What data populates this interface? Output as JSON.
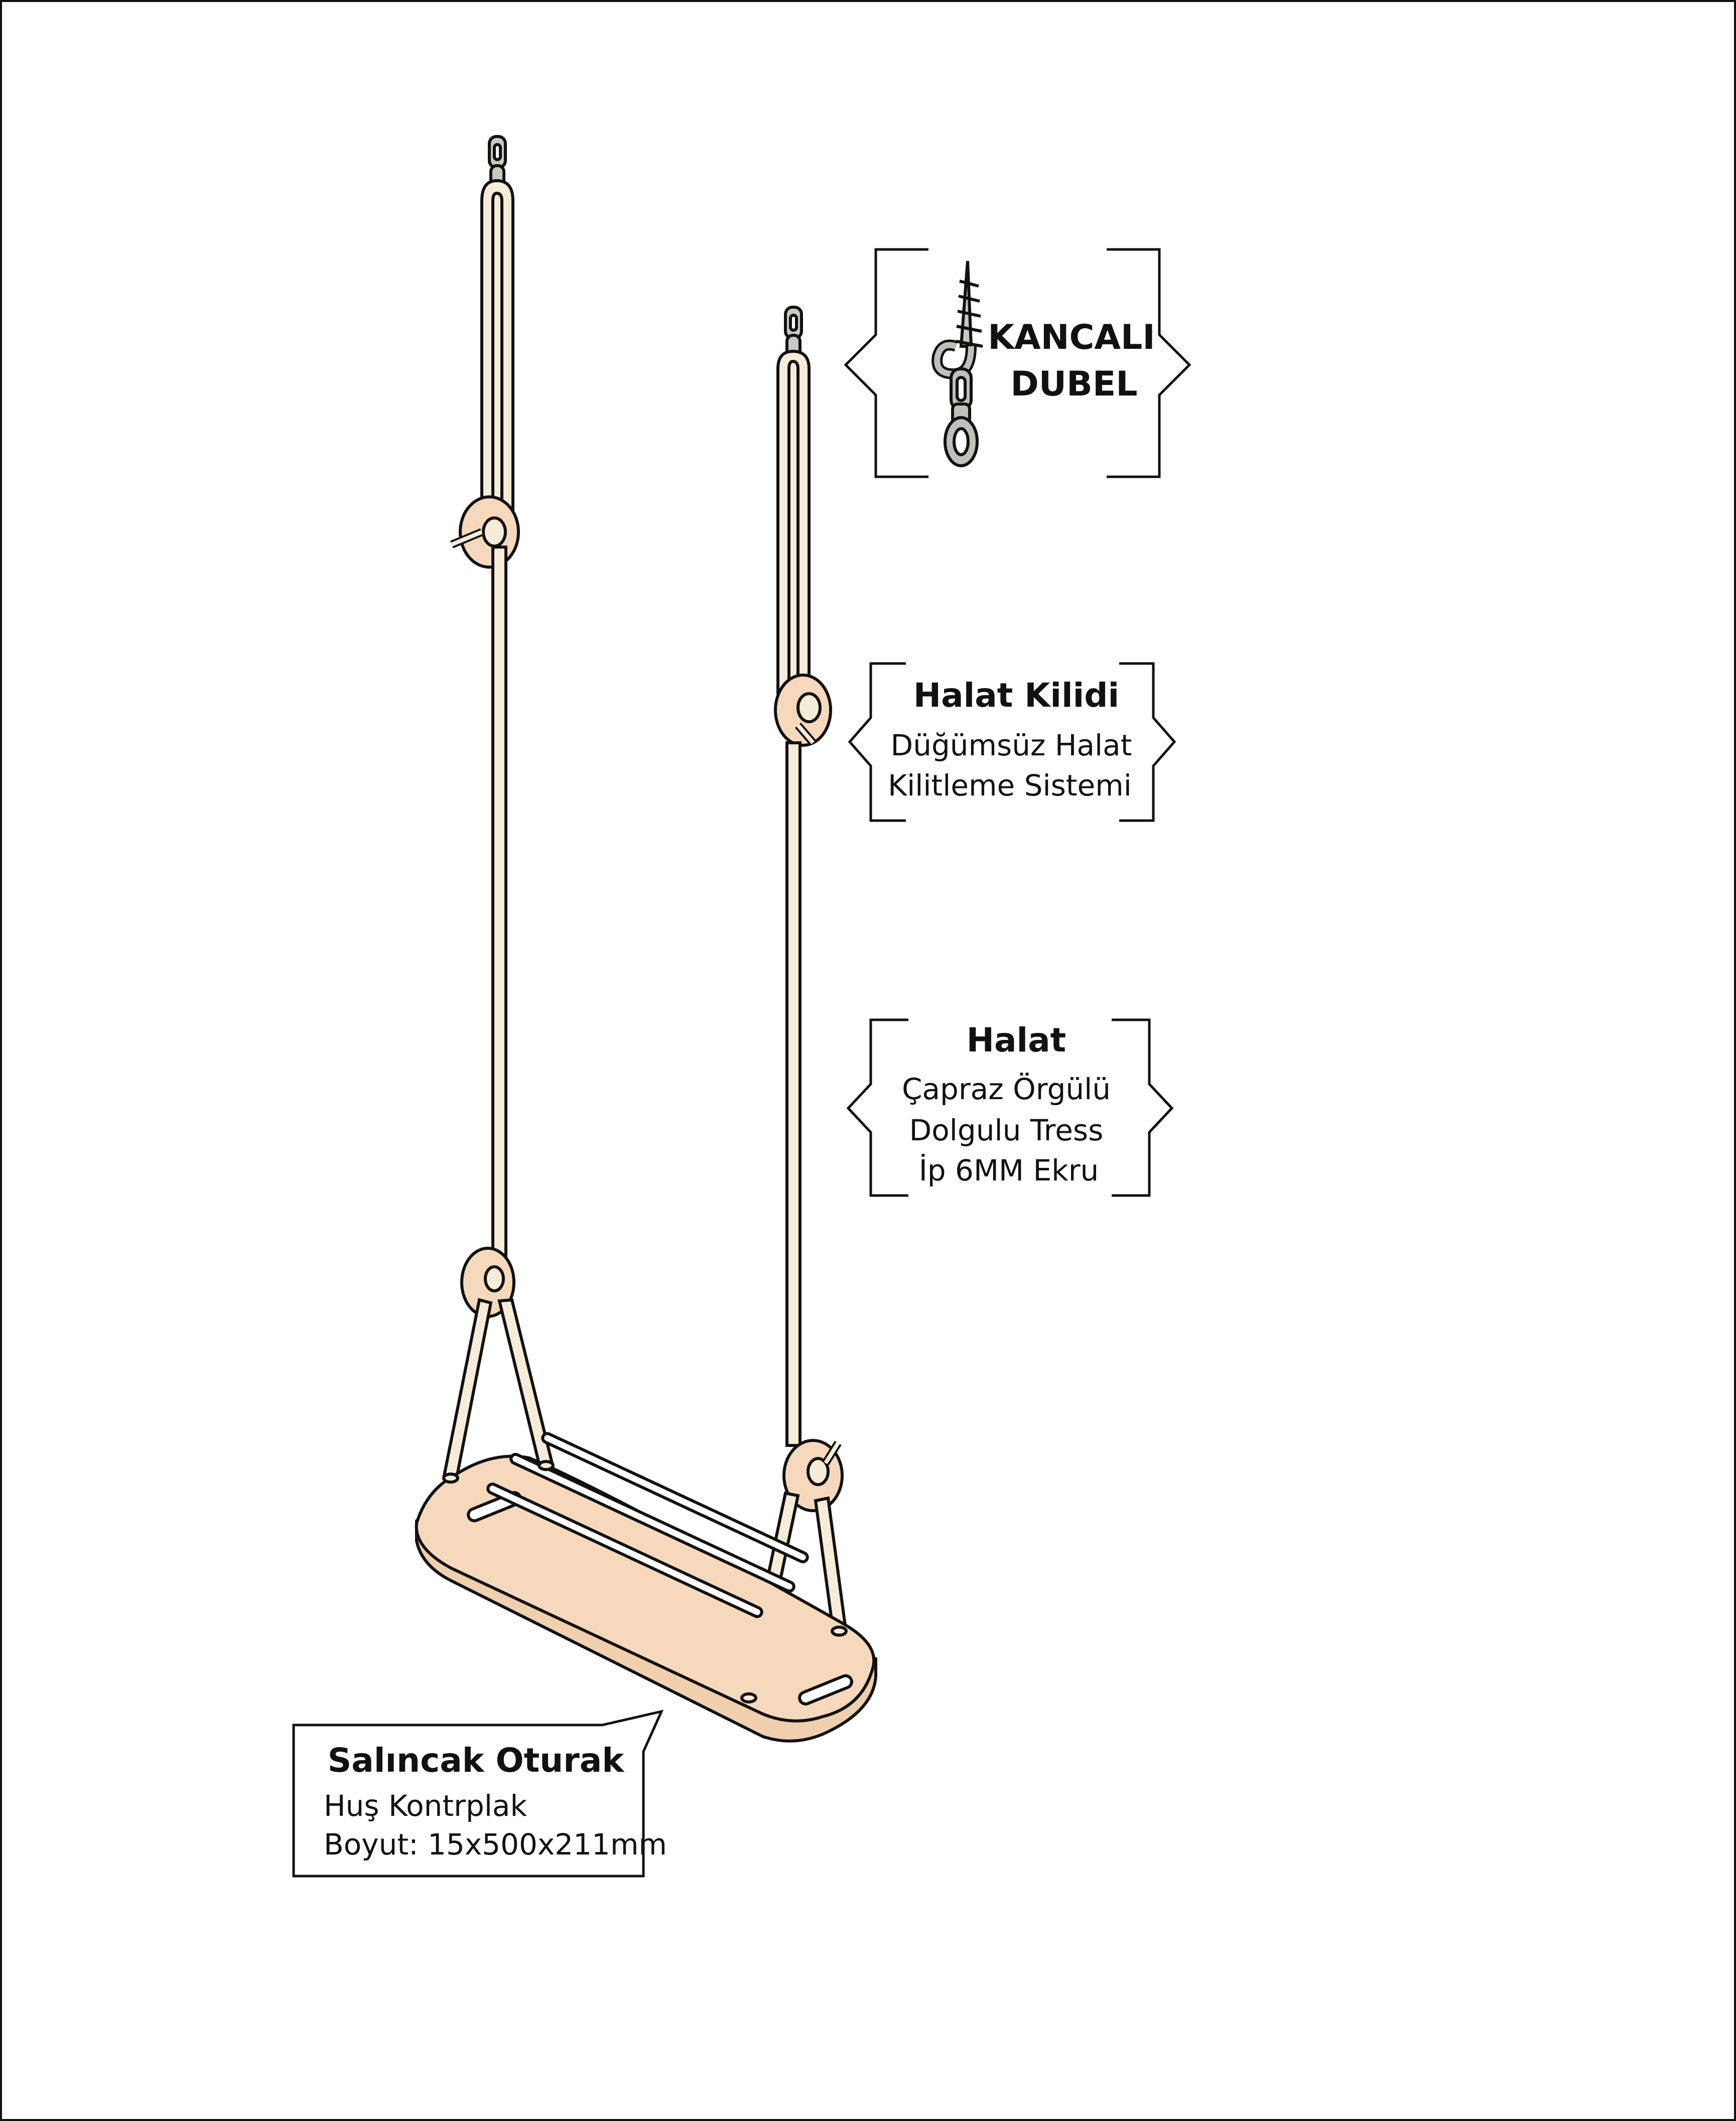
{
  "hook": {
    "line1": "KANCALI",
    "line2": "DUBEL"
  },
  "rope_lock": {
    "title": "Halat Kilidi",
    "line1": "Düğümsüz Halat",
    "line2": "Kilitleme Sistemi"
  },
  "rope": {
    "title": "Halat",
    "line1": "Çapraz Örgülü",
    "line2": "Dolgulu Tress",
    "line3": "İp 6MM Ekru"
  },
  "seat": {
    "title": "Salıncak Oturak",
    "line1": "Huş Kontrplak",
    "line2": "Boyut: 15x500x211mm"
  },
  "colors": {
    "rope": "#f6ecd8",
    "wood": "#f6d9bc",
    "metal": "#bfc0bb",
    "outline": "#111111"
  }
}
